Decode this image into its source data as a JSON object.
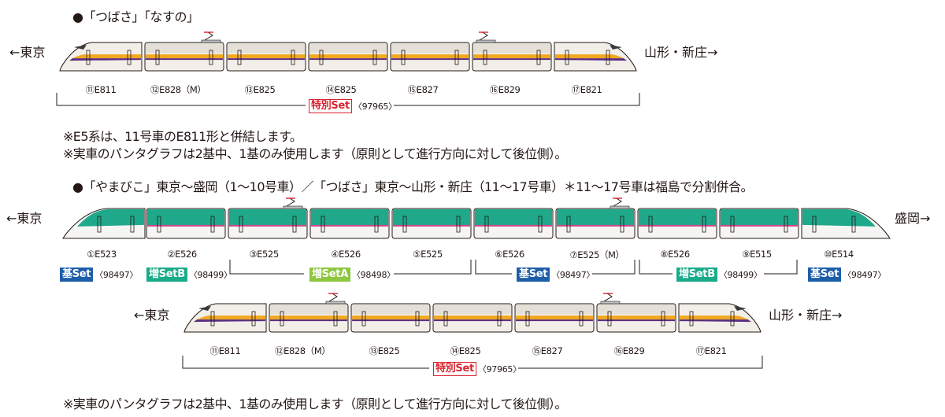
{
  "section1": {
    "heading": "●「つばさ」「なすの」",
    "left_dest": "←東京",
    "right_dest": "山形・新庄→",
    "cars": [
      "⑪E811",
      "⑫E828（M）",
      "⑬E825",
      "⑭E825",
      "⑮E827",
      "⑯E829",
      "⑰E821"
    ],
    "set": {
      "label": "特別Set",
      "code": "〈97965〉"
    }
  },
  "notes1": [
    "※E5系は、11号車のE811形と併結します。",
    "※実車のパンタグラフは2基中、1基のみ使用します（原則として進行方向に対して後位側）。"
  ],
  "section2": {
    "heading": "●「やまびこ」東京～盛岡（1～10号車）／「つばさ」東京～山形・新庄（11～17号車）＊11～17号車は福島で分割併合。",
    "left_dest": "←東京",
    "right_dest": "盛岡→",
    "cars": [
      "①E523",
      "②E526",
      "③E525",
      "④E526",
      "⑤E525",
      "⑥E526",
      "⑦E525（M）",
      "⑧E526",
      "⑨E515",
      "⑩E514"
    ],
    "sets": [
      {
        "label": "基Set",
        "code": "〈98497〉",
        "kind": "ki"
      },
      {
        "label": "増SetB",
        "code": "〈98499〉",
        "kind": "zoB"
      },
      {
        "label": "増SetA",
        "code": "〈98498〉",
        "kind": "zoA"
      },
      {
        "label": "基Set",
        "code": "〈98497〉",
        "kind": "ki"
      },
      {
        "label": "増SetB",
        "code": "〈98499〉",
        "kind": "zoB"
      },
      {
        "label": "基Set",
        "code": "〈98497〉",
        "kind": "ki"
      }
    ]
  },
  "section3": {
    "left_dest": "←東京",
    "right_dest": "山形・新庄→",
    "cars": [
      "⑪E811",
      "⑫E828（M）",
      "⑬E825",
      "⑭E825",
      "⑮E827",
      "⑯E829",
      "⑰E821"
    ],
    "set": {
      "label": "特別Set",
      "code": "〈97965〉"
    }
  },
  "notes3": [
    "※実車のパンタグラフは2基中、1基のみ使用します（原則として進行方向に対して後位側）。"
  ],
  "colors": {
    "e6_silver": "#f2efe9",
    "e6_gold": "#f1a81f",
    "e6_purple": "#5a2d82",
    "e5_green": "#1fa98a",
    "e5_pink": "#d3468c",
    "e5_white": "#f5f5f3",
    "outline": "#231815",
    "pantograph_red": "#d9232e",
    "set_blue": "#1d5ea8",
    "set_teal": "#1aab8a",
    "set_lime": "#8dc63f"
  }
}
